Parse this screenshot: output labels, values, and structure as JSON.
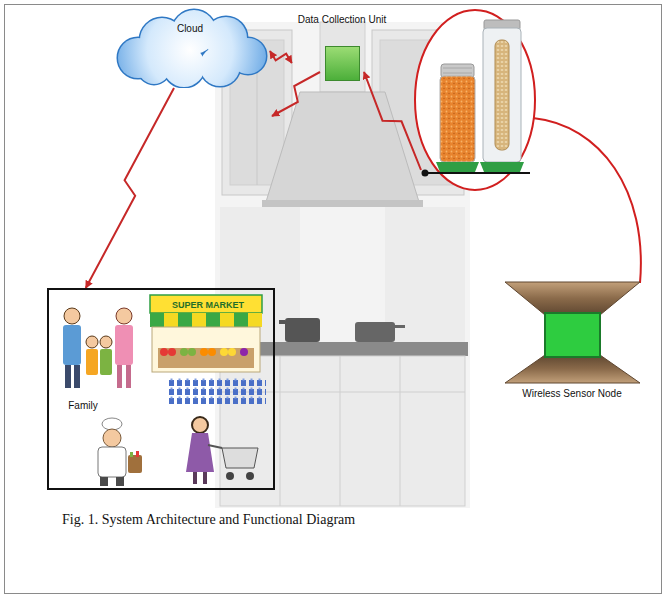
{
  "diagram": {
    "caption": "Fig. 1. System Architecture and Functional Diagram",
    "nodes": [
      {
        "text": [
          "Cloud"
        ]
      },
      {
        "text": [
          "Data Collection Unit"
        ]
      },
      {
        "text": [
          "SUPER MARKET",
          "Family"
        ]
      },
      {
        "text": [
          "Wireless Sensor Node"
        ]
      }
    ],
    "edges": [
      {
        "from": 0,
        "to": 1,
        "arrow": "both"
      },
      {
        "from": 0,
        "to": 2,
        "arrow": "to"
      }
    ]
  }
}
